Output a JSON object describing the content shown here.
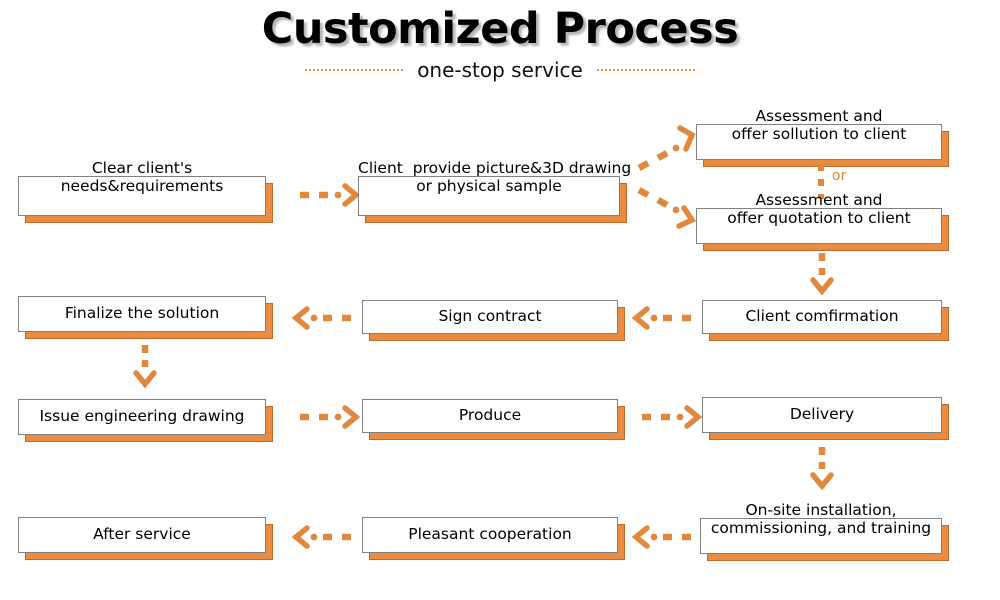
{
  "header": {
    "title": "Customized Process",
    "subtitle": "one-stop service"
  },
  "colors": {
    "accent_orange": "#E98B41",
    "accent_orange_dark": "#C06A28",
    "arrow_orange": "#E2883C",
    "box_fill": "#FFFFFF",
    "box_border": "#808080",
    "text": "#000000"
  },
  "connector_label": {
    "or": "or"
  },
  "nodes": [
    {
      "id": "clear-needs",
      "lines": [
        "Clear client's",
        "needs&requirements"
      ]
    },
    {
      "id": "client-provide",
      "lines": [
        "Client  provide picture&3D drawing",
        "or physical sample"
      ]
    },
    {
      "id": "offer-solution",
      "lines": [
        "Assessment and",
        "offer sollution to client"
      ]
    },
    {
      "id": "offer-quotation",
      "lines": [
        "Assessment and",
        "offer quotation to client"
      ]
    },
    {
      "id": "client-confirmation",
      "lines": [
        "Client comfirmation"
      ]
    },
    {
      "id": "sign-contract",
      "lines": [
        "Sign contract"
      ]
    },
    {
      "id": "finalize-solution",
      "lines": [
        "Finalize the solution"
      ]
    },
    {
      "id": "issue-drawing",
      "lines": [
        "Issue engineering drawing"
      ]
    },
    {
      "id": "produce",
      "lines": [
        "Produce"
      ]
    },
    {
      "id": "delivery",
      "lines": [
        "Delivery"
      ]
    },
    {
      "id": "onsite-installation",
      "lines": [
        "On-site installation,",
        "commissioning, and training"
      ]
    },
    {
      "id": "pleasant-cooperation",
      "lines": [
        "Pleasant cooperation"
      ]
    },
    {
      "id": "after-service",
      "lines": [
        "After service"
      ]
    }
  ],
  "flow": {
    "steps": [
      "Clear client's needs&requirements",
      "Client  provide picture&3D drawing or physical sample",
      "Assessment and offer sollution to client",
      "Assessment and offer quotation to client",
      "Client comfirmation",
      "Sign contract",
      "Finalize the solution",
      "Issue engineering drawing",
      "Produce",
      "Delivery",
      "On-site installation, commissioning, and training",
      "Pleasant cooperation",
      "After service"
    ]
  }
}
